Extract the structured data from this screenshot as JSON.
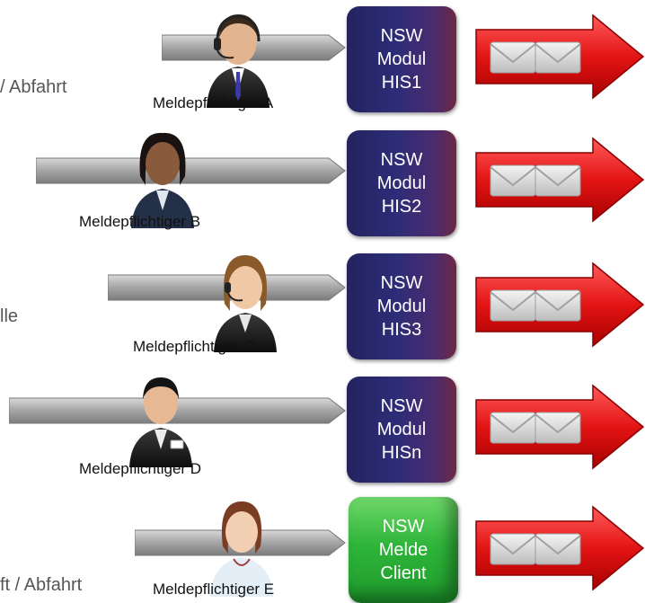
{
  "side_texts": {
    "row1": "/ Abfahrt",
    "row3": "lle",
    "row5": "ft / Abfahrt"
  },
  "rows": [
    {
      "person": "Meldepflichtiger A",
      "module": [
        "NSW",
        "Modul",
        "HIS1"
      ],
      "module_color": "blue"
    },
    {
      "person": "Meldepflichtiger B",
      "module": [
        "NSW",
        "Modul",
        "HIS2"
      ],
      "module_color": "blue"
    },
    {
      "person": "Meldepflichtiger C",
      "module": [
        "NSW",
        "Modul",
        "HIS3"
      ],
      "module_color": "blue"
    },
    {
      "person": "Meldepflichtiger D",
      "module": [
        "NSW",
        "Modul",
        "HISn"
      ],
      "module_color": "blue"
    },
    {
      "person": "Meldepflichtiger E",
      "module": [
        "NSW",
        "Melde",
        "Client"
      ],
      "module_color": "green"
    }
  ]
}
